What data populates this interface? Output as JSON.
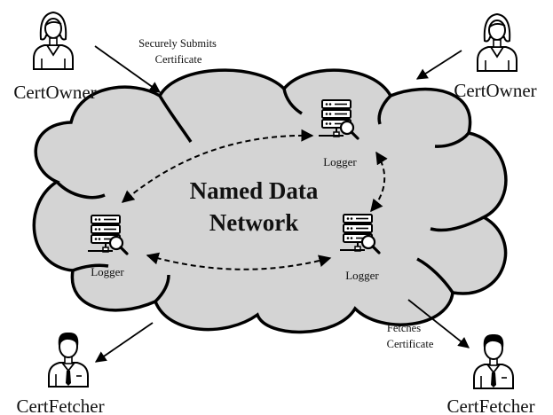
{
  "cloud": {
    "title_line1": "Named Data",
    "title_line2": "Network"
  },
  "actors": {
    "top_left": {
      "label": "CertOwner",
      "icon": "person-female-icon"
    },
    "top_right": {
      "label": "CertOwner",
      "icon": "person-female-icon"
    },
    "bottom_left": {
      "label": "CertFetcher",
      "icon": "person-male-icon"
    },
    "bottom_right": {
      "label": "CertFetcher",
      "icon": "person-male-icon"
    }
  },
  "loggers": {
    "top": {
      "label": "Logger",
      "icon": "server-search-icon"
    },
    "left": {
      "label": "Logger",
      "icon": "server-search-icon"
    },
    "right": {
      "label": "Logger",
      "icon": "server-search-icon"
    }
  },
  "annotations": {
    "submit_line1": "Securely Submits",
    "submit_line2": "Certificate",
    "fetch_line1": "Fetches",
    "fetch_line2": "Certificate"
  },
  "colors": {
    "cloud_fill": "#d4d4d4",
    "stroke": "#000000"
  }
}
